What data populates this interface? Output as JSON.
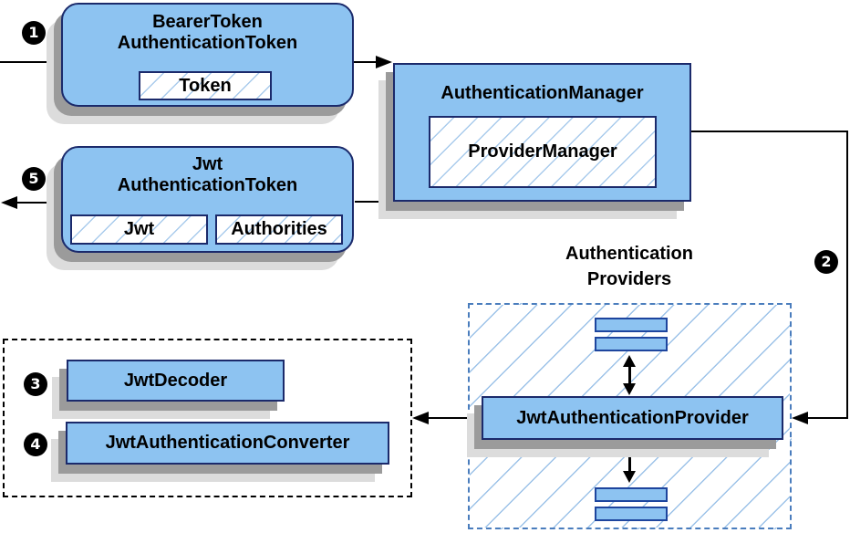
{
  "diagram": {
    "title_hint": "Spring Security JWT authentication flow",
    "colors": {
      "node_fill": "#8dc3f1",
      "node_border": "#1b2a6b",
      "bar_border": "#1e459e",
      "hatch_line_inner": "#a9cbec",
      "hatch_line_area": "#9cc2e8",
      "providers_dashed_border": "#4a7dbd",
      "black_dashed_border": "#000000",
      "shadow_dark": "#9b9b9b",
      "shadow_light": "#dcdcdc",
      "wire": "#000000",
      "badge_bg": "#000000",
      "badge_text": "#ffffff"
    },
    "badges": {
      "step1": "1",
      "step2": "2",
      "step3": "3",
      "step4": "4",
      "step5": "5"
    },
    "nodes": {
      "bearer_token": {
        "title_line1": "BearerToken",
        "title_line2": "AuthenticationToken",
        "field": "Token"
      },
      "authentication_manager": {
        "title": "AuthenticationManager",
        "field": "ProviderManager"
      },
      "jwt_authentication_token": {
        "title_line1": "Jwt",
        "title_line2": "AuthenticationToken",
        "field1": "Jwt",
        "field2": "Authorities"
      },
      "authentication_providers": {
        "title_line1": "Authentication",
        "title_line2": "Providers"
      },
      "jwt_authentication_provider": {
        "title": "JwtAuthenticationProvider"
      },
      "jwt_decoder": {
        "title": "JwtDecoder"
      },
      "jwt_authentication_converter": {
        "title": "JwtAuthenticationConverter"
      }
    }
  }
}
